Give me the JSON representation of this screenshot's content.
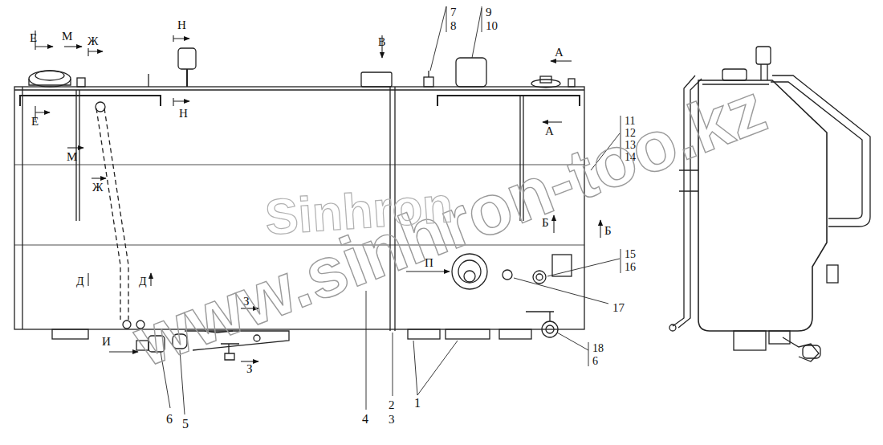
{
  "diagram": {
    "labels": [
      "Е",
      "М",
      "Ж",
      "Н",
      "В",
      "7",
      "8",
      "9",
      "10",
      "А",
      "Е",
      "Н",
      "А",
      "М",
      "Ж",
      "11",
      "12",
      "13",
      "14",
      "Б",
      "Б",
      "Д",
      "Д",
      "З",
      "П",
      "15",
      "16",
      "17",
      "И",
      "З",
      "18",
      "6",
      "6",
      "5",
      "4",
      "2",
      "3",
      "1",
      "www.sinhron-too.kz",
      "Sinhron"
    ]
  }
}
